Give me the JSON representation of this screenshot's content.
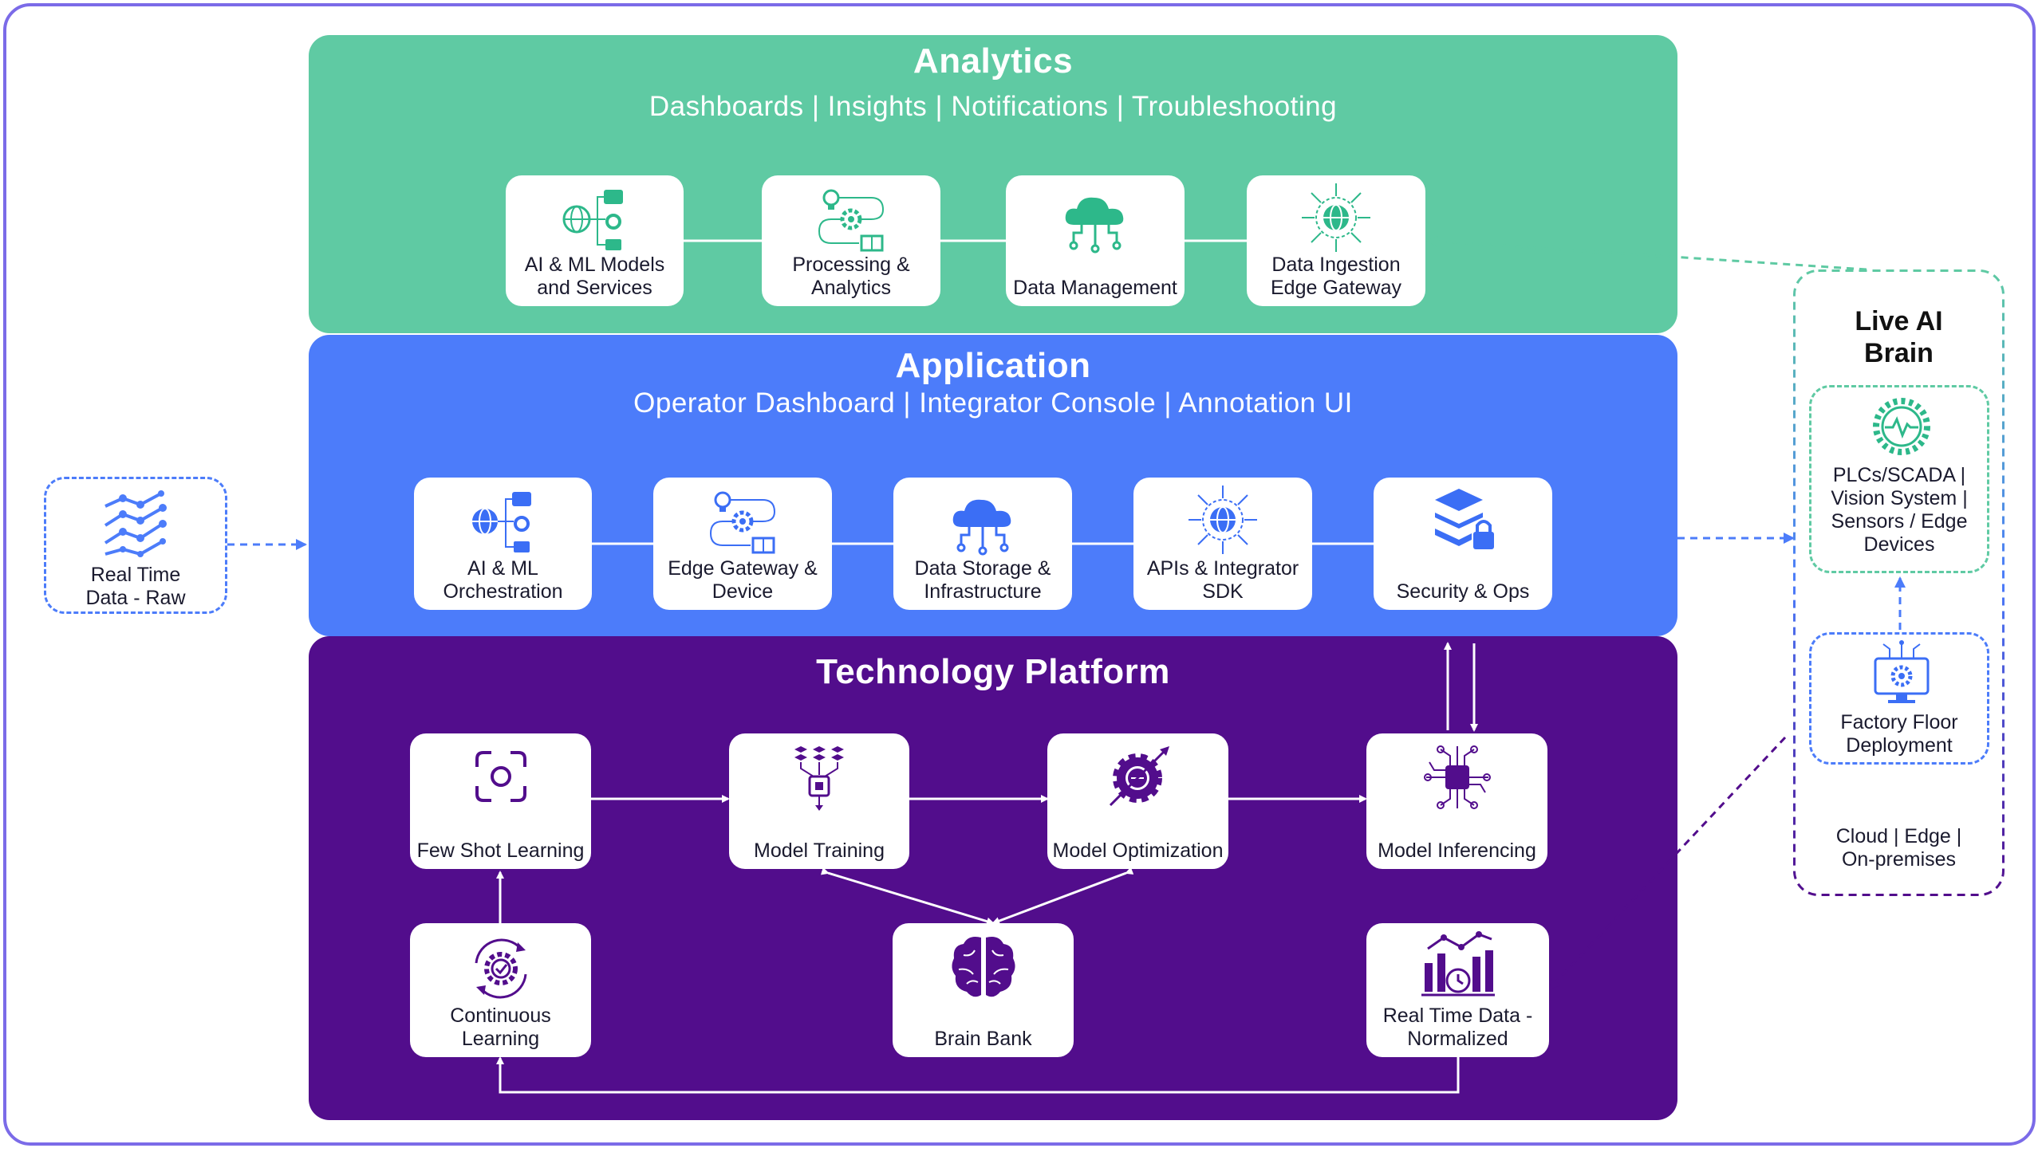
{
  "colors": {
    "analytics": "#5fcaa3",
    "application": "#4c7cfa",
    "technology": "#520d8c",
    "frame": "#7b6be8"
  },
  "analytics": {
    "title": "Analytics",
    "subtitle": "Dashboards | Insights | Notifications | Troubleshooting",
    "cards": [
      {
        "label": "AI & ML Models and Services",
        "icon": "globe-network-icon"
      },
      {
        "label": "Processing & Analytics",
        "icon": "lightbulb-gear-icon"
      },
      {
        "label": "Data Management",
        "icon": "cloud-network-icon"
      },
      {
        "label": "Data Ingestion Edge Gateway",
        "icon": "globe-hub-icon"
      }
    ]
  },
  "application": {
    "title": "Application",
    "subtitle": "Operator Dashboard | Integrator Console | Annotation UI",
    "cards": [
      {
        "label": "AI & ML Orchestration",
        "icon": "globe-network-icon"
      },
      {
        "label": "Edge Gateway & Device",
        "icon": "lightbulb-gear-icon"
      },
      {
        "label": "Data Storage & Infrastructure",
        "icon": "cloud-network-icon"
      },
      {
        "label": "APIs & Integrator SDK",
        "icon": "globe-hub-icon"
      },
      {
        "label": "Security & Ops",
        "icon": "layers-lock-icon"
      }
    ]
  },
  "technology": {
    "title": "Technology Platform",
    "cards": [
      {
        "label": "Few Shot Learning",
        "icon": "focus-camera-icon"
      },
      {
        "label": "Model Training",
        "icon": "chip-training-icon"
      },
      {
        "label": "Model Optimization",
        "icon": "gear-gauge-icon"
      },
      {
        "label": "Model Inferencing",
        "icon": "neural-chip-icon"
      },
      {
        "label": "Continuous Learning",
        "icon": "cycle-gear-icon"
      },
      {
        "label": "Brain Bank",
        "icon": "brain-icon"
      },
      {
        "label": "Real Time Data - Normalized",
        "icon": "bar-chart-icon"
      }
    ]
  },
  "left": {
    "label": "Real Time Data - Raw",
    "icon": "line-chart-icon"
  },
  "right": {
    "title": "Live AI Brain",
    "devices_label": "PLCs/SCADA | Vision System | Sensors / Edge Devices",
    "deployment_label": "Factory Floor Deployment",
    "environments_label": "Cloud | Edge | On-premises",
    "devices_icon": "gear-pulse-icon",
    "deployment_icon": "monitor-gear-icon"
  }
}
